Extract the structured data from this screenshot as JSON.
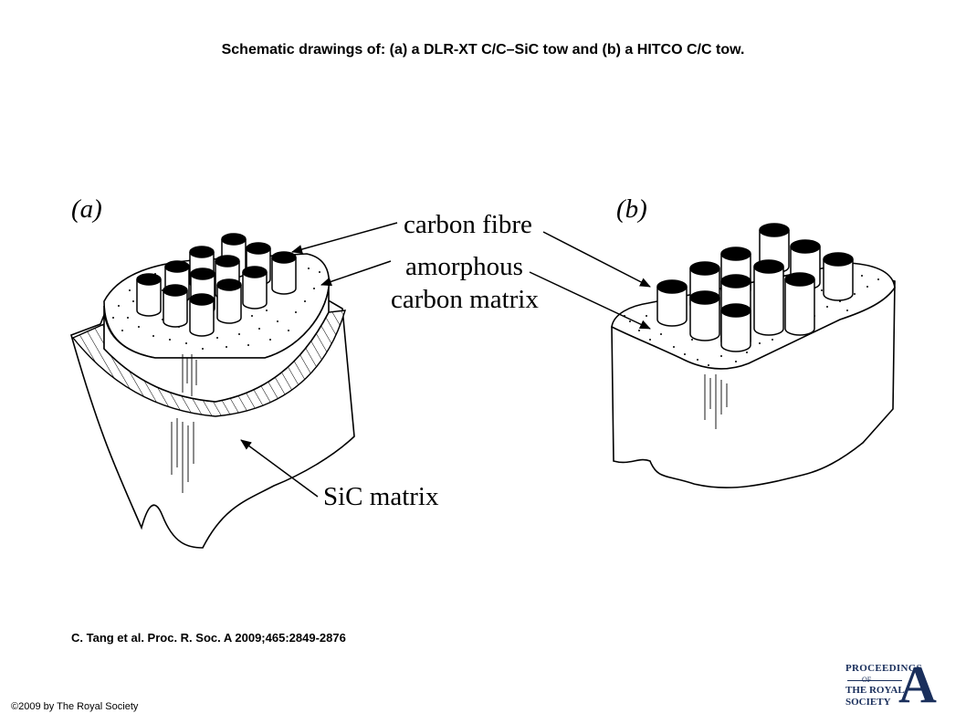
{
  "title": "Schematic drawings of: (a) a DLR-XT C/C–SiC tow and (b) a HITCO C/C tow.",
  "panels": {
    "a": {
      "label": "(a)"
    },
    "b": {
      "label": "(b)"
    }
  },
  "labels": {
    "carbon_fibre": "carbon fibre",
    "amorphous": "amorphous",
    "carbon_matrix": "carbon matrix",
    "sic_matrix": "SiC matrix"
  },
  "citation": "C. Tang et al. Proc. R. Soc. A 2009;465:2849-2876",
  "copyright": "©2009 by The Royal Society",
  "logo": {
    "line1": "PROCEEDINGS",
    "of": "OF",
    "line2": "THE ROYAL",
    "line3": "SOCIETY",
    "letter": "A"
  }
}
